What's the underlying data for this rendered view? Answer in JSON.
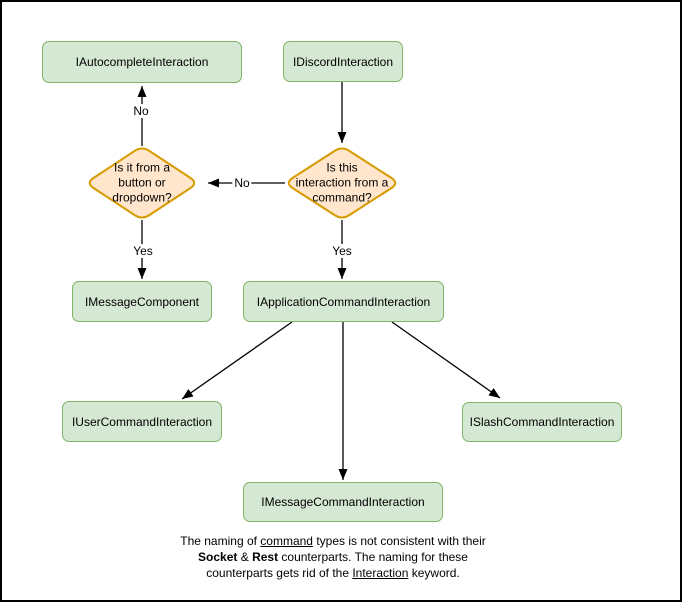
{
  "colors": {
    "canvas_bg": "#ffffff",
    "canvas_border": "#000000",
    "node_fill": "#d5e8d4",
    "node_border": "#82b366",
    "decision_fill": "#ffe6cc",
    "decision_border": "#d79b00",
    "edge_color": "#000000",
    "text_color": "#000000"
  },
  "nodes": [
    {
      "id": "autocomplete-interaction",
      "label": "IAutocompleteInteraction"
    },
    {
      "id": "discord-interaction",
      "label": "IDiscordInteraction"
    },
    {
      "id": "message-component",
      "label": "IMessageComponent"
    },
    {
      "id": "application-command-interaction",
      "label": "IApplicationCommandInteraction"
    },
    {
      "id": "user-command-interaction",
      "label": "IUserCommandInteraction"
    },
    {
      "id": "slash-command-interaction",
      "label": "ISlashCommandInteraction"
    },
    {
      "id": "message-command-interaction",
      "label": "IMessageCommandInteraction"
    }
  ],
  "decisions": [
    {
      "id": "is-from-button-or-dropdown",
      "label": "Is it from a\nbutton or\ndropdown?"
    },
    {
      "id": "is-interaction-from-command",
      "label": "Is this\ninteraction from a\ncommand?"
    }
  ],
  "edge_labels": [
    {
      "id": "no-to-autocomplete",
      "text": "No"
    },
    {
      "id": "no-to-button-dropdown",
      "text": "No"
    },
    {
      "id": "yes-to-message-component",
      "text": "Yes"
    },
    {
      "id": "yes-to-application-command",
      "text": "Yes"
    }
  ],
  "footnote": {
    "line1": [
      {
        "text": "The naming of "
      },
      {
        "text": "command",
        "style": "underline"
      },
      {
        "text": " types is not consistent with their"
      }
    ],
    "line2": [
      {
        "text": "Socket",
        "style": "bold"
      },
      {
        "text": " & "
      },
      {
        "text": "Rest",
        "style": "bold"
      },
      {
        "text": " counterparts. The naming for these"
      }
    ],
    "line3": [
      {
        "text": "counterparts gets rid of the "
      },
      {
        "text": "Interaction",
        "style": "underline"
      },
      {
        "text": " keyword."
      }
    ]
  }
}
